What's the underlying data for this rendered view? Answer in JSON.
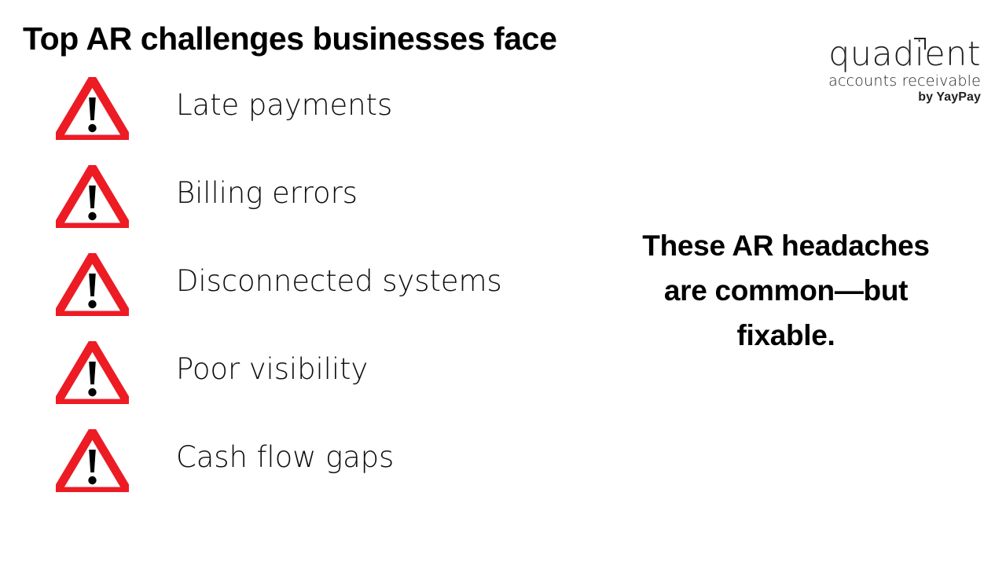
{
  "slide": {
    "title": "Top AR challenges businesses face",
    "background_color": "#ffffff"
  },
  "challenges": {
    "icon_name": "warning-triangle-icon",
    "icon_color": "#ED1B24",
    "items": [
      {
        "label": "Late payments"
      },
      {
        "label": "Billing errors"
      },
      {
        "label": "Disconnected systems"
      },
      {
        "label": "Poor visibility"
      },
      {
        "label": "Cash flow gaps"
      }
    ]
  },
  "callout": {
    "line1": "These AR headaches",
    "line2": "are common—but",
    "line3": "fixable."
  },
  "logo": {
    "wordmark": "quadient",
    "tagline": "accounts receivable",
    "byline": "by YayPay",
    "color": "#231f20"
  }
}
